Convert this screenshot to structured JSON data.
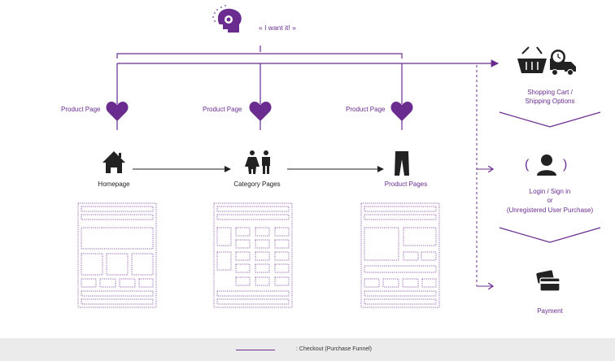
{
  "colors": {
    "accent": "#6b2c8f",
    "text": "#222222",
    "footer_bg": "#ebebeb"
  },
  "top_label": "« I want it! »",
  "product_page_label": "Product Page",
  "stages": [
    {
      "label": "Homepage",
      "icon": "house-icon"
    },
    {
      "label": "Category Pages",
      "icon": "people-icon"
    },
    {
      "label": "Product Pages",
      "icon": "trousers-icon"
    }
  ],
  "funnel": {
    "cart_label_1": "Shopping Cart /",
    "cart_label_2": "Shipping Options",
    "login_label_1": "Login / Sign in",
    "login_label_2": "or",
    "login_label_3": "(Unregistered User Purchase)",
    "login_paren_open": "(",
    "login_paren_close": ")",
    "payment_label": "Payment"
  },
  "legend": {
    "text": ": Checkout (Purchase Funnel)"
  }
}
